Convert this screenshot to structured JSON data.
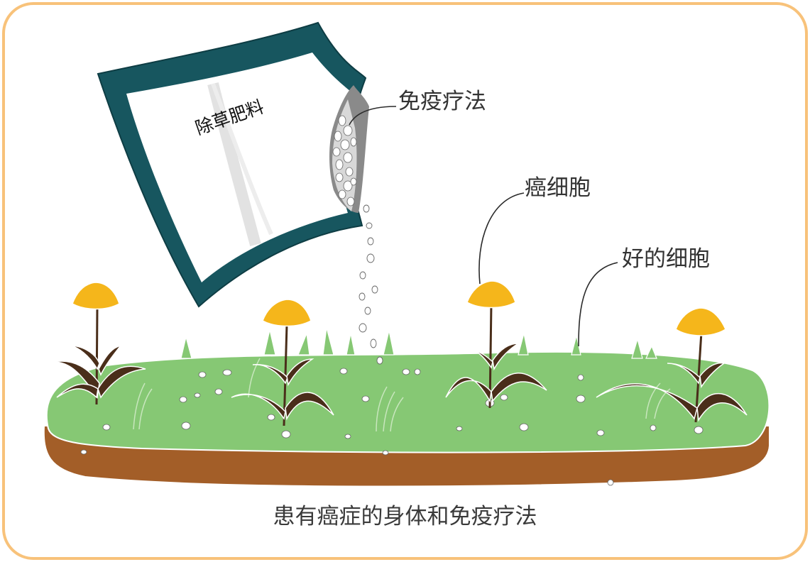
{
  "labels": {
    "bag": "除草肥料",
    "immunotherapy": "免疫疗法",
    "cancer_cells": "癌细胞",
    "good_cells": "好的细胞"
  },
  "caption": "患有癌症的身体和免疫疗法",
  "colors": {
    "frame": "#f8c27a",
    "bag_border": "#17565f",
    "grass": "#86c874",
    "soil": "#a35e28",
    "dandelion_flower": "#f5b61b",
    "weed_leaves": "#4a2e1a",
    "pellets": "#ffffff"
  }
}
